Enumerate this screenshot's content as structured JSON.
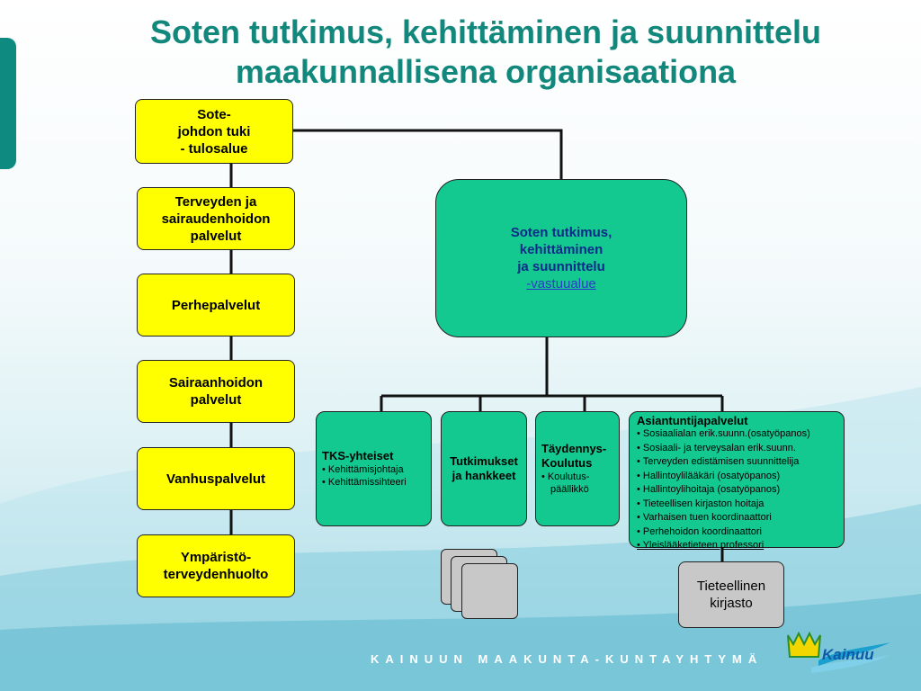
{
  "title": {
    "line1": "Soten tutkimus, kehittäminen ja suunnittelu",
    "line2": "maakunnallisena organisaationa"
  },
  "left_units": [
    {
      "lines": [
        "Sote-",
        "johdon tuki",
        "- tulosalue"
      ]
    },
    {
      "lines": [
        "Terveyden ja",
        "sairaudenhoidon",
        "palvelut"
      ]
    },
    {
      "lines": [
        "Perhepalvelut"
      ]
    },
    {
      "lines": [
        "Sairaanhoidon",
        "palvelut"
      ]
    },
    {
      "lines": [
        "Vanhuspalvelut"
      ]
    },
    {
      "lines": [
        "Ympäristö-",
        "terveydenhuolto"
      ]
    }
  ],
  "center": {
    "lines": [
      "Soten tutkimus,",
      "kehittäminen",
      "ja suunnittelu"
    ],
    "link": "-vastuualue "
  },
  "tks": {
    "head": "TKS-yhteiset",
    "items": [
      "• Kehittämisjohtaja",
      "• Kehittämissihteeri"
    ]
  },
  "research": {
    "lines": [
      "Tutkimukset",
      "ja hankkeet"
    ]
  },
  "training": {
    "head1": "Täydennys-",
    "head2": "Koulutus",
    "items": [
      "•  Koulutus-",
      "päällikkö"
    ]
  },
  "experts": {
    "head": "Asiantuntijapalvelut",
    "items": [
      "• Sosiaalialan erik.suunn.(osatyöpanos)",
      "• Sosiaali- ja terveysalan erik.suunn.",
      "• Terveyden edistämisen suunnittelija",
      "• Hallintoylilääkäri (osatyöpanos)",
      "• Hallintoylihoitaja (osatyöpanos)",
      "• Tieteellisen kirjaston hoitaja",
      "• Varhaisen tuen koordinaattori",
      "• Perhehoidon koordinaattori",
      "• Yleislääketieteen professori"
    ]
  },
  "library": {
    "lines": [
      "Tieteellinen",
      "kirjasto"
    ]
  },
  "footer": "KAINUUN MAAKUNTA-KUNTAYHTYMÄ",
  "logo": {
    "text": "Kainuu"
  },
  "colors": {
    "unit_fill": "#ffff00",
    "group_fill": "#14c98f",
    "title": "#12877c",
    "grey_fill": "#c8c8c8"
  }
}
